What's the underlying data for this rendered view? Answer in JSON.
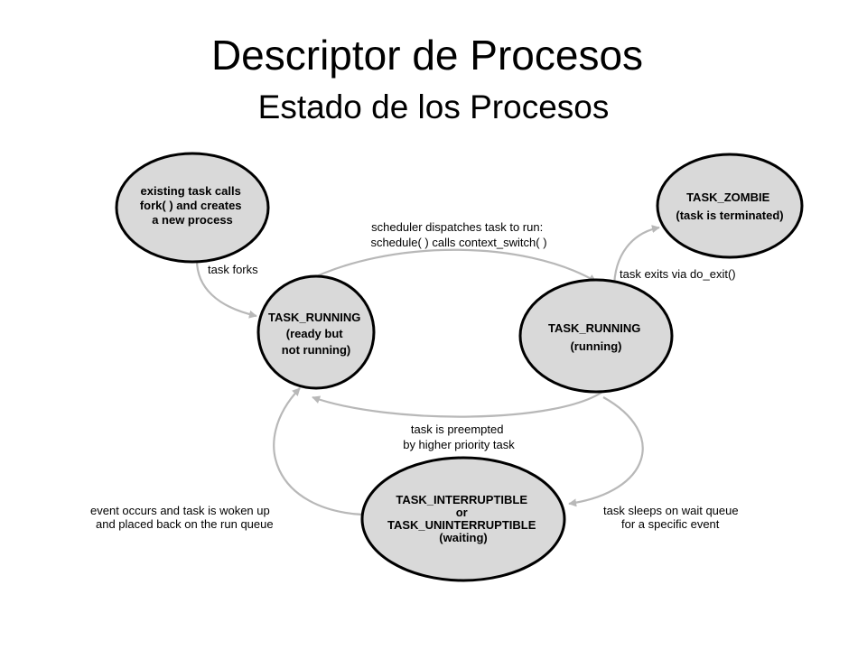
{
  "title": "Descriptor de Procesos",
  "subtitle": "Estado de los Procesos",
  "nodes": {
    "fork": [
      "existing task calls",
      "fork( ) and creates",
      "a new process"
    ],
    "ready": [
      "TASK_RUNNING",
      "(ready but",
      "not running)"
    ],
    "running": [
      "TASK_RUNNING",
      "(running)"
    ],
    "zombie": [
      "TASK_ZOMBIE",
      "(task is terminated)"
    ],
    "waiting": [
      "TASK_INTERRUPTIBLE",
      "or",
      "TASK_UNINTERRUPTIBLE",
      "(waiting)"
    ]
  },
  "edges": {
    "task_forks": [
      "task forks"
    ],
    "dispatch": [
      "scheduler dispatches task to run:",
      "schedule( ) calls context_switch( )"
    ],
    "exit": [
      "task exits via do_exit()"
    ],
    "preempted": [
      "task is preempted",
      "by  higher priority task"
    ],
    "sleeps": [
      "task sleeps on wait queue",
      "for a specific event"
    ],
    "woken": [
      "event occurs and task is woken up",
      "and placed back on the run queue"
    ]
  },
  "colors": {
    "node_fill": "#d9d9d9",
    "arrow": "#b8b8b8"
  }
}
